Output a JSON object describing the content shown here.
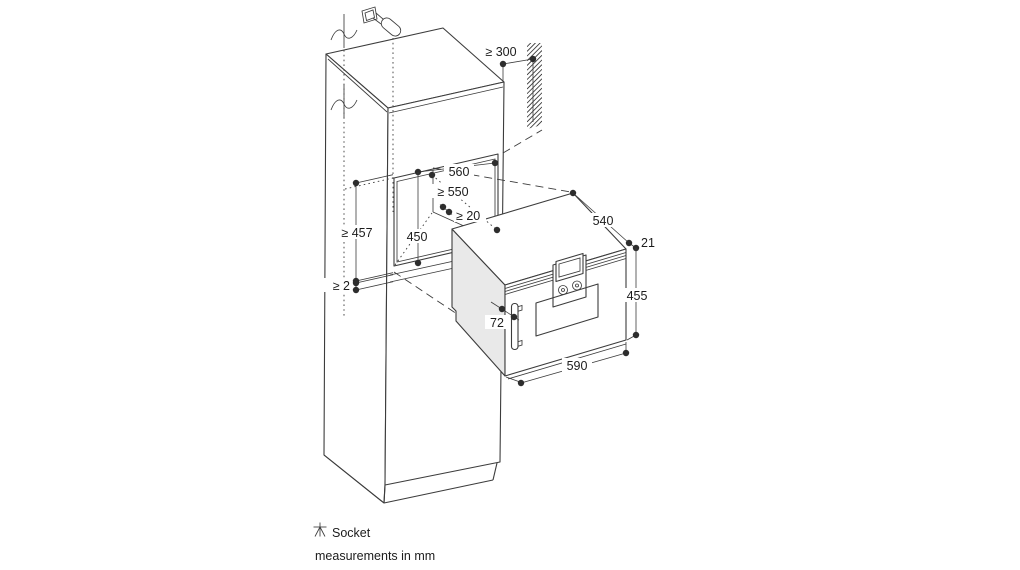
{
  "diagram": {
    "legend": {
      "socket": "Socket"
    },
    "note": "measurements in mm",
    "dimensions": {
      "wall_clearance": "≥ 300",
      "niche_width": "560",
      "niche_depth": "≥ 550",
      "rear_gap": "≥ 20",
      "niche_height": "450",
      "front_clearance_height": "≥ 457",
      "bottom_gap": "≥ 2",
      "appliance_depth": "540",
      "front_overhang": "21",
      "appliance_height": "455",
      "handle_depth": "72",
      "appliance_width": "590"
    },
    "colors": {
      "line": "#3c3c3c",
      "panel": "#e9e9e9",
      "background": "#ffffff",
      "text": "#1c1c1c"
    },
    "icons": {
      "socket": "socket-plug-icon",
      "wall": "wall-hatch",
      "break": "break-mark-icon"
    }
  }
}
